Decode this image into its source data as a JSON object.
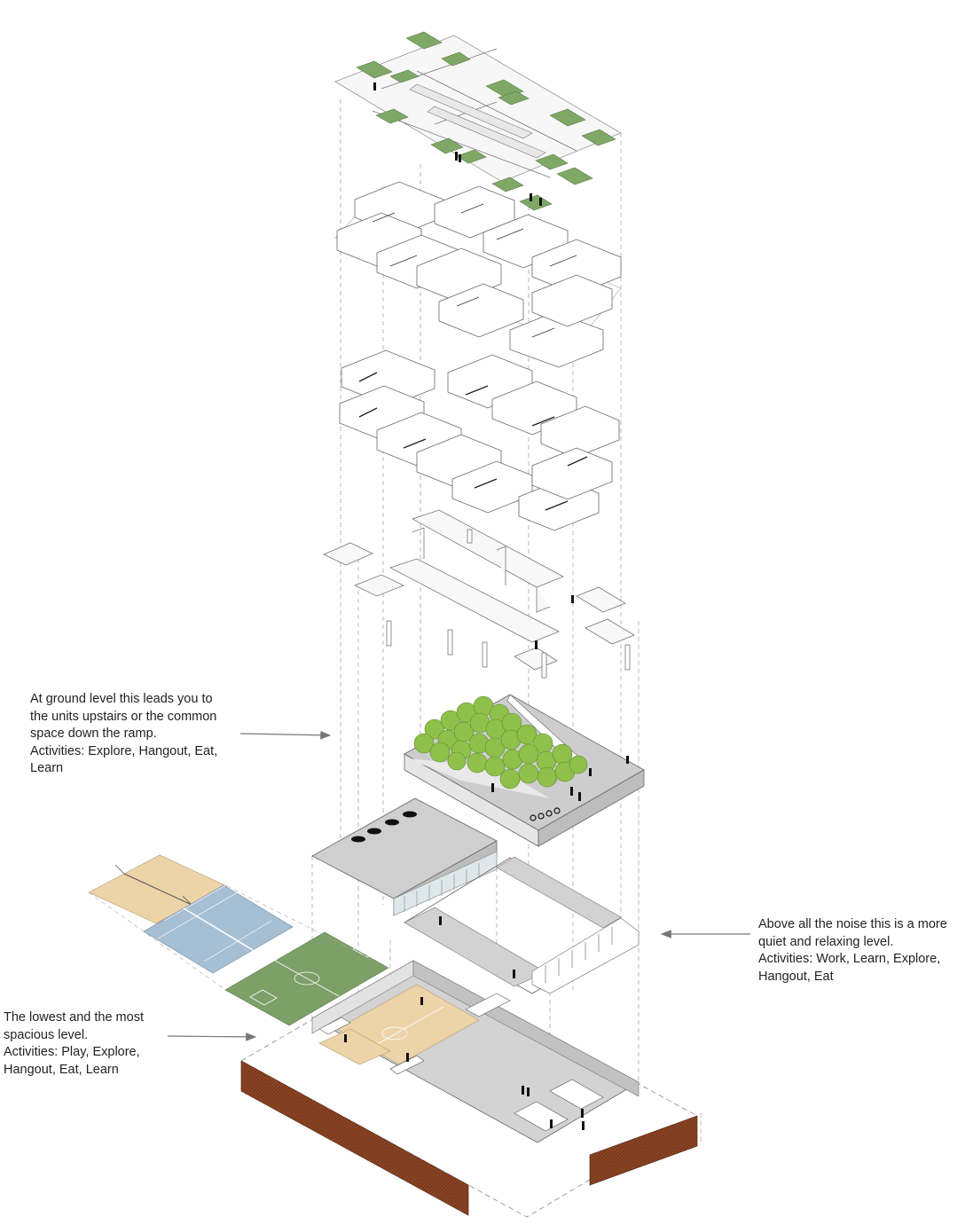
{
  "annotations": {
    "ground": {
      "lines": [
        "At ground level this leads you to",
        "the units upstairs or the common",
        "space down the ramp.",
        "Activities: Explore, Hangout, Eat,",
        "Learn"
      ]
    },
    "mid": {
      "lines": [
        "Above all the noise this is a more",
        "quiet and relaxing level.",
        "Activities: Work, Learn, Explore,",
        "Hangout, Eat"
      ]
    },
    "low": {
      "lines": [
        "The lowest and the most",
        "spacious level.",
        "Activities: Play, Explore,",
        "Hangout, Eat, Learn"
      ]
    }
  },
  "colors": {
    "grass": "#7fa866",
    "tree": "#8fc04a",
    "slab": "#cfcfcf",
    "court_tan": "#ecd3a8",
    "court_blue": "#a7bfd3",
    "court_green": "#7d9f68",
    "earth": "#8a4424",
    "line": "#555555",
    "arrow": "#777777"
  }
}
